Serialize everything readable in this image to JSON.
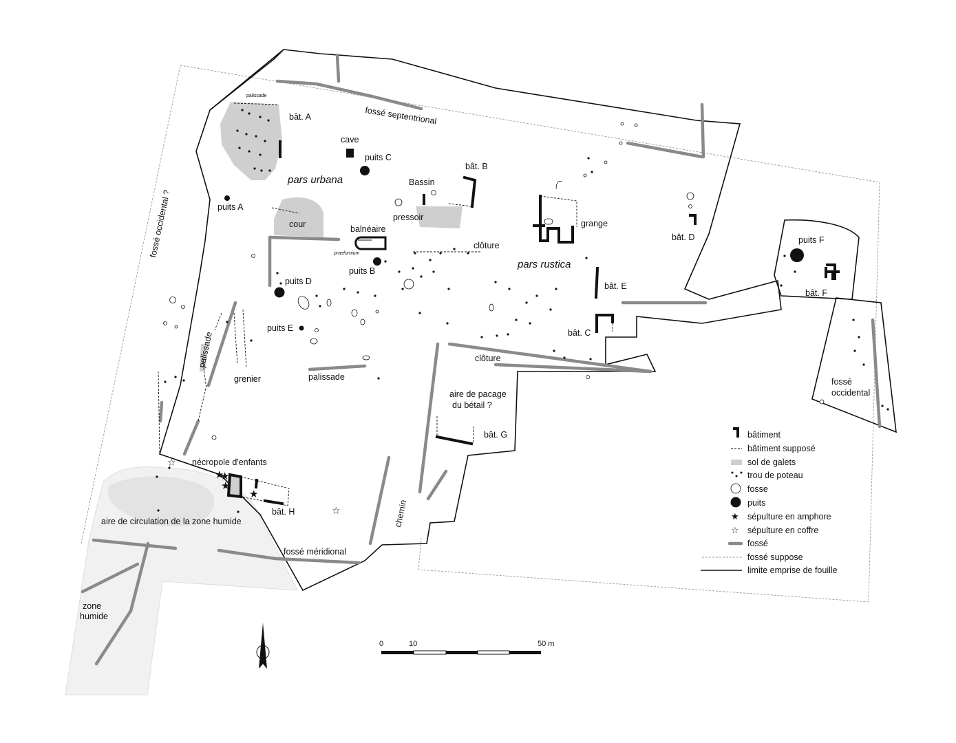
{
  "labels": {
    "palissade_top": "palissade",
    "bat_a": "bât. A",
    "fosse_septentrional": "fossé septentrional",
    "cave": "cave",
    "puits_c": "puits C",
    "bat_b": "bât. B",
    "pars_urbana": "pars urbana",
    "bassin": "Bassin",
    "puits_a": "puits A",
    "pressoir": "pressoir",
    "cour": "cour",
    "grange": "grange",
    "bat_d": "bât. D",
    "balneaire": "balnéaire",
    "praefurnium": "praefurnium",
    "cloture_1": "clôture",
    "puits_f": "puits F",
    "pars_rustica": "pars rustica",
    "puits_b": "puits B",
    "fosse_occidental_q": "fossé occidental ?",
    "puits_d": "puits D",
    "bat_e": "bât. E",
    "bat_f": "bât. F",
    "puits_e": "puits E",
    "bat_c": "bât. C",
    "palissade_left": "palissade",
    "cloture_2": "clôture",
    "grenier": "grenier",
    "palissade_mid": "palissade",
    "aire_pacage_1": "aire de pacage",
    "aire_pacage_2": "du bétail ?",
    "fosse_occidental_1": "fossé",
    "fosse_occidental_2": "occidental",
    "bat_g": "bât. G",
    "necropole": "nécropole d'enfants",
    "bat_h": "bât. H",
    "aire_circulation": "aire de circulation de la zone humide",
    "chemin": "chemin",
    "fosse_meridional": "fossé méridional",
    "zone_humide_1": "zone",
    "zone_humide_2": "humide"
  },
  "legend": [
    {
      "key": "batiment",
      "label": "bâtiment"
    },
    {
      "key": "batiment_suppose",
      "label": "bâtiment supposé"
    },
    {
      "key": "sol_galets",
      "label": "sol de galets"
    },
    {
      "key": "trou_poteau",
      "label": "trou de poteau"
    },
    {
      "key": "fosse",
      "label": "fosse"
    },
    {
      "key": "puits",
      "label": "puits"
    },
    {
      "key": "sepulture_amphore",
      "label": "sépulture en amphore"
    },
    {
      "key": "sepulture_coffre",
      "label": "sépulture en coffre"
    },
    {
      "key": "fosse_ditch",
      "label": "fossé"
    },
    {
      "key": "fosse_suppose",
      "label": "fossé suppose"
    },
    {
      "key": "limite",
      "label": "limite emprise de fouille"
    }
  ],
  "scale": {
    "tick_0": "0",
    "tick_10": "10",
    "tick_50": "50 m"
  },
  "colors": {
    "ditch": "#8a8a8a",
    "galets": "#cfcfcf",
    "zone_humide": "#f1f1f1",
    "structure": "#111111"
  },
  "icons": {
    "north_arrow": "north-arrow-icon"
  }
}
